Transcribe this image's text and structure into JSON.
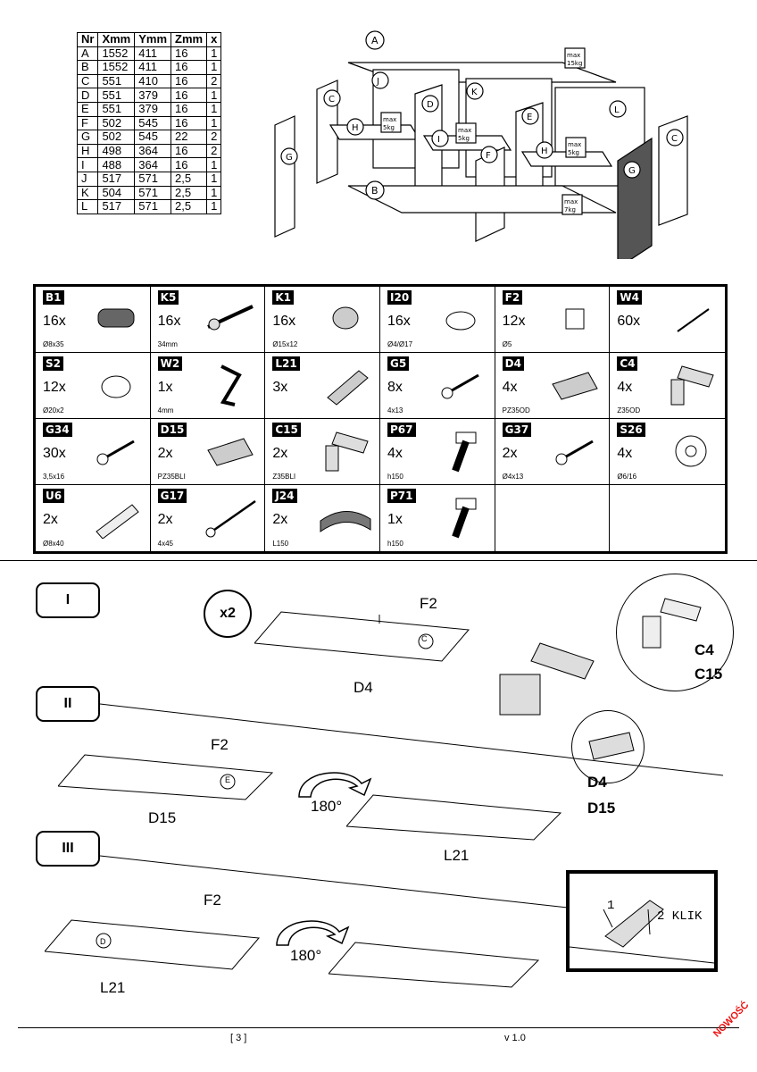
{
  "dims_table": {
    "headers": [
      "Nr",
      "Xmm",
      "Ymm",
      "Zmm",
      "x"
    ],
    "rows": [
      [
        "A",
        "1552",
        "411",
        "16",
        "1"
      ],
      [
        "B",
        "1552",
        "411",
        "16",
        "1"
      ],
      [
        "C",
        "551",
        "410",
        "16",
        "2"
      ],
      [
        "D",
        "551",
        "379",
        "16",
        "1"
      ],
      [
        "E",
        "551",
        "379",
        "16",
        "1"
      ],
      [
        "F",
        "502",
        "545",
        "16",
        "1"
      ],
      [
        "G",
        "502",
        "545",
        "22",
        "2"
      ],
      [
        "H",
        "498",
        "364",
        "16",
        "2"
      ],
      [
        "I",
        "488",
        "364",
        "16",
        "1"
      ],
      [
        "J",
        "517",
        "571",
        "2,5",
        "1"
      ],
      [
        "K",
        "504",
        "571",
        "2,5",
        "1"
      ],
      [
        "L",
        "517",
        "571",
        "2,5",
        "1"
      ]
    ]
  },
  "exploded": {
    "labels": [
      "A",
      "B",
      "C",
      "C",
      "D",
      "E",
      "F",
      "G",
      "G",
      "H",
      "H",
      "I",
      "J",
      "K",
      "L"
    ],
    "weights": {
      "w1": "max",
      "w1v": "15kg",
      "w2": "max",
      "w2v": "5kg",
      "w3": "max",
      "w3v": "5kg",
      "w4": "max",
      "w4v": "5kg",
      "w5": "max",
      "w5v": "7kg"
    }
  },
  "parts": [
    {
      "code": "B1",
      "qty": "16x",
      "size": "Ø8x35",
      "icon": "dowel-icon"
    },
    {
      "code": "K5",
      "qty": "16x",
      "size": "34mm",
      "icon": "cam-bolt-icon"
    },
    {
      "code": "K1",
      "qty": "16x",
      "size": "Ø15x12",
      "icon": "cam-lock-icon"
    },
    {
      "code": "I20",
      "qty": "16x",
      "size": "Ø4/Ø17",
      "icon": "cover-cap-icon"
    },
    {
      "code": "F2",
      "qty": "12x",
      "size": "Ø5",
      "icon": "shelf-pin-icon"
    },
    {
      "code": "W4",
      "qty": "60x",
      "size": "",
      "icon": "nail-icon"
    },
    {
      "code": "S2",
      "qty": "12x",
      "size": "Ø20x2",
      "icon": "felt-pad-icon"
    },
    {
      "code": "W2",
      "qty": "1x",
      "size": "4mm",
      "icon": "hex-key-icon"
    },
    {
      "code": "L21",
      "qty": "3x",
      "size": "",
      "icon": "push-latch-icon"
    },
    {
      "code": "G5",
      "qty": "8x",
      "size": "4x13",
      "icon": "screw-icon"
    },
    {
      "code": "D4",
      "qty": "4x",
      "size": "PZ35OD",
      "icon": "hinge-plate-icon"
    },
    {
      "code": "C4",
      "qty": "4x",
      "size": "Z35OD",
      "icon": "hinge-icon"
    },
    {
      "code": "G34",
      "qty": "30x",
      "size": "3,5x16",
      "icon": "screw-icon"
    },
    {
      "code": "D15",
      "qty": "2x",
      "size": "PZ35BLI",
      "icon": "hinge-plate-icon"
    },
    {
      "code": "C15",
      "qty": "2x",
      "size": "Z35BLI",
      "icon": "hinge-icon"
    },
    {
      "code": "P67",
      "qty": "4x",
      "size": "h150",
      "icon": "leg-icon"
    },
    {
      "code": "G37",
      "qty": "2x",
      "size": "Ø4x13",
      "icon": "screw-icon"
    },
    {
      "code": "S26",
      "qty": "4x",
      "size": "Ø6/16",
      "icon": "washer-icon"
    },
    {
      "code": "U6",
      "qty": "2x",
      "size": "Ø8x40",
      "icon": "wall-plug-icon"
    },
    {
      "code": "G17",
      "qty": "2x",
      "size": "4x45",
      "icon": "long-screw-icon"
    },
    {
      "code": "J24",
      "qty": "2x",
      "size": "L150",
      "icon": "strap-icon"
    },
    {
      "code": "P71",
      "qty": "1x",
      "size": "h150",
      "icon": "leg-icon"
    }
  ],
  "steps": {
    "s1": "I",
    "s2": "II",
    "s3": "III",
    "x2": "x2",
    "f2a": "F2",
    "d4a": "D4",
    "panel_c": "C",
    "c4": "C4",
    "c15": "C15",
    "d4b": "D4",
    "d15b": "D15",
    "f2b": "F2",
    "d15a": "D15",
    "panel_e": "E",
    "rot1": "180°",
    "l21a": "L21",
    "f2c": "F2",
    "panel_d": "D",
    "l21b": "L21",
    "rot2": "180°",
    "klik1": "1",
    "klik2": "2 KLIK"
  },
  "footer": {
    "page": "[ 3 ]",
    "version": "v 1.0",
    "badge": "NOWOŚĆ"
  }
}
